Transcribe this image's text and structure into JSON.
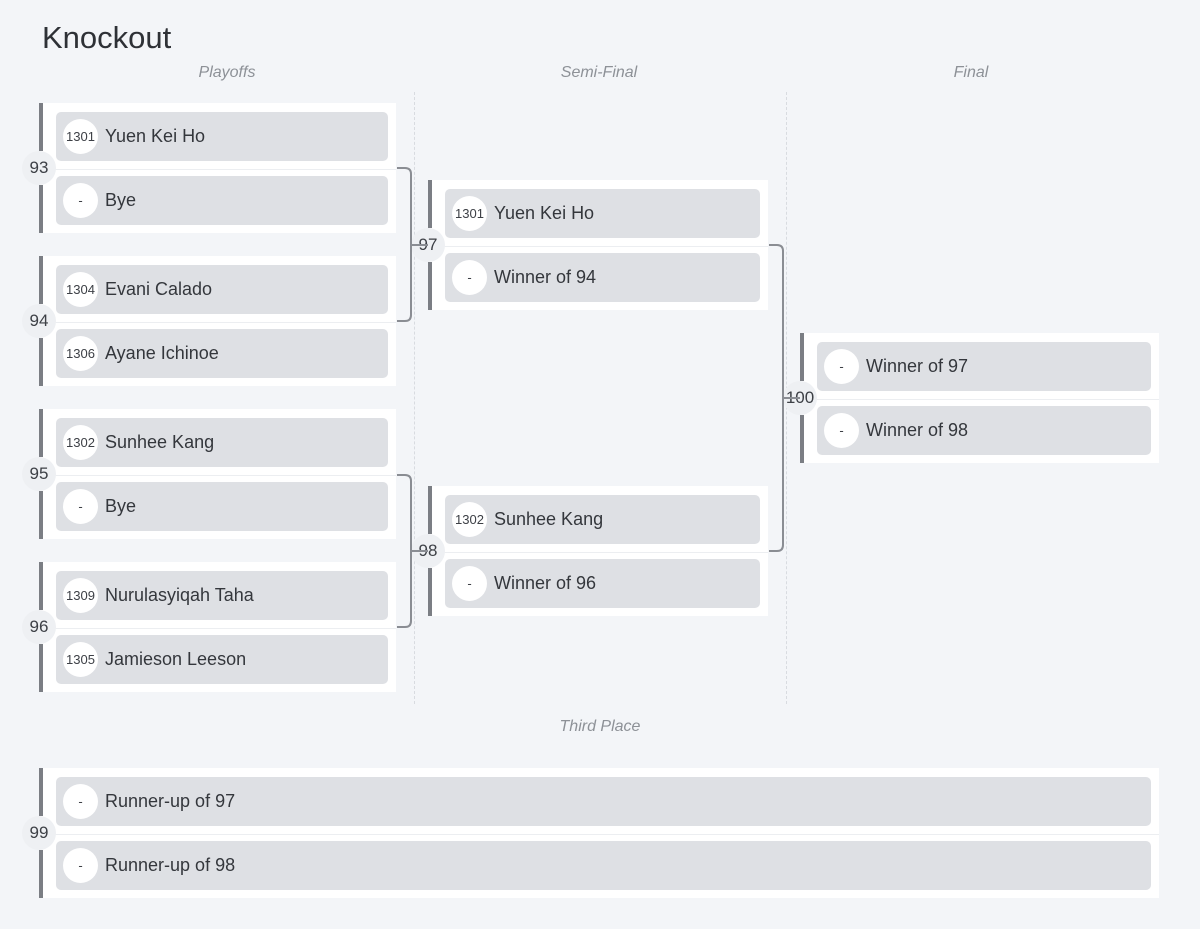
{
  "title": "Knockout",
  "rounds": [
    {
      "label": "Playoffs"
    },
    {
      "label": "Semi-Final"
    },
    {
      "label": "Final"
    }
  ],
  "third_place_label": "Third Place",
  "matches": {
    "m93": {
      "number": "93",
      "slots": [
        {
          "seed": "1301",
          "name": "Yuen Kei Ho"
        },
        {
          "seed": "-",
          "name": "Bye"
        }
      ]
    },
    "m94": {
      "number": "94",
      "slots": [
        {
          "seed": "1304",
          "name": "Evani Calado"
        },
        {
          "seed": "1306",
          "name": "Ayane Ichinoe"
        }
      ]
    },
    "m95": {
      "number": "95",
      "slots": [
        {
          "seed": "1302",
          "name": "Sunhee Kang"
        },
        {
          "seed": "-",
          "name": "Bye"
        }
      ]
    },
    "m96": {
      "number": "96",
      "slots": [
        {
          "seed": "1309",
          "name": "Nurulasyiqah Taha"
        },
        {
          "seed": "1305",
          "name": "Jamieson Leeson"
        }
      ]
    },
    "m97": {
      "number": "97",
      "slots": [
        {
          "seed": "1301",
          "name": "Yuen Kei Ho"
        },
        {
          "seed": "-",
          "name": "Winner of 94"
        }
      ]
    },
    "m98": {
      "number": "98",
      "slots": [
        {
          "seed": "1302",
          "name": "Sunhee Kang"
        },
        {
          "seed": "-",
          "name": "Winner of 96"
        }
      ]
    },
    "m100": {
      "number": "100",
      "slots": [
        {
          "seed": "-",
          "name": "Winner of 97"
        },
        {
          "seed": "-",
          "name": "Winner of 98"
        }
      ]
    },
    "m99": {
      "number": "99",
      "slots": [
        {
          "seed": "-",
          "name": "Runner-up of 97"
        },
        {
          "seed": "-",
          "name": "Runner-up of 98"
        }
      ]
    }
  },
  "colors": {
    "background": "#f3f5f8",
    "slot": "#dee0e4",
    "bar": "#7b7e84",
    "connector": "#8a8d93"
  }
}
